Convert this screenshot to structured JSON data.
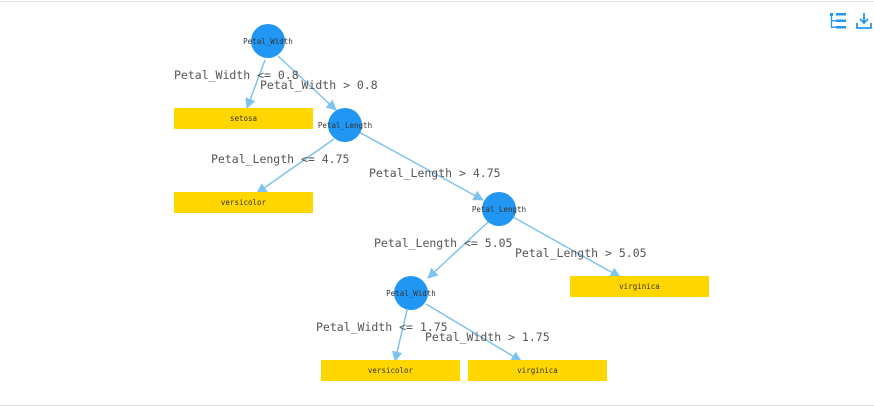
{
  "colors": {
    "split_node": "#2196f3",
    "leaf_node": "#ffd600",
    "edge": "#7ec2ee",
    "icon": "#2196f3"
  },
  "toolbar": {
    "icons": [
      "tree-layout-icon",
      "download-icon"
    ]
  },
  "tree": {
    "split_nodes": [
      {
        "id": "n0",
        "label": "Petal_Width"
      },
      {
        "id": "n1",
        "label": "Petal_Length"
      },
      {
        "id": "n2",
        "label": "Petal_Length"
      },
      {
        "id": "n3",
        "label": "Petal_Width"
      }
    ],
    "leaf_nodes": [
      {
        "id": "l0",
        "label": "setosa"
      },
      {
        "id": "l1",
        "label": "versicolor"
      },
      {
        "id": "l2",
        "label": "virginica"
      },
      {
        "id": "l3",
        "label": "versicolor"
      },
      {
        "id": "l4",
        "label": "virginica"
      }
    ],
    "edges": [
      {
        "from": "n0",
        "to": "l0",
        "label": "Petal_Width <= 0.8"
      },
      {
        "from": "n0",
        "to": "n1",
        "label": "Petal_Width > 0.8"
      },
      {
        "from": "n1",
        "to": "l1",
        "label": "Petal_Length <= 4.75"
      },
      {
        "from": "n1",
        "to": "n2",
        "label": "Petal_Length > 4.75"
      },
      {
        "from": "n2",
        "to": "n3",
        "label": "Petal_Length <= 5.05"
      },
      {
        "from": "n2",
        "to": "l2",
        "label": "Petal_Length > 5.05"
      },
      {
        "from": "n3",
        "to": "l3",
        "label": "Petal_Width <= 1.75"
      },
      {
        "from": "n3",
        "to": "l4",
        "label": "Petal_Width > 1.75"
      }
    ]
  }
}
